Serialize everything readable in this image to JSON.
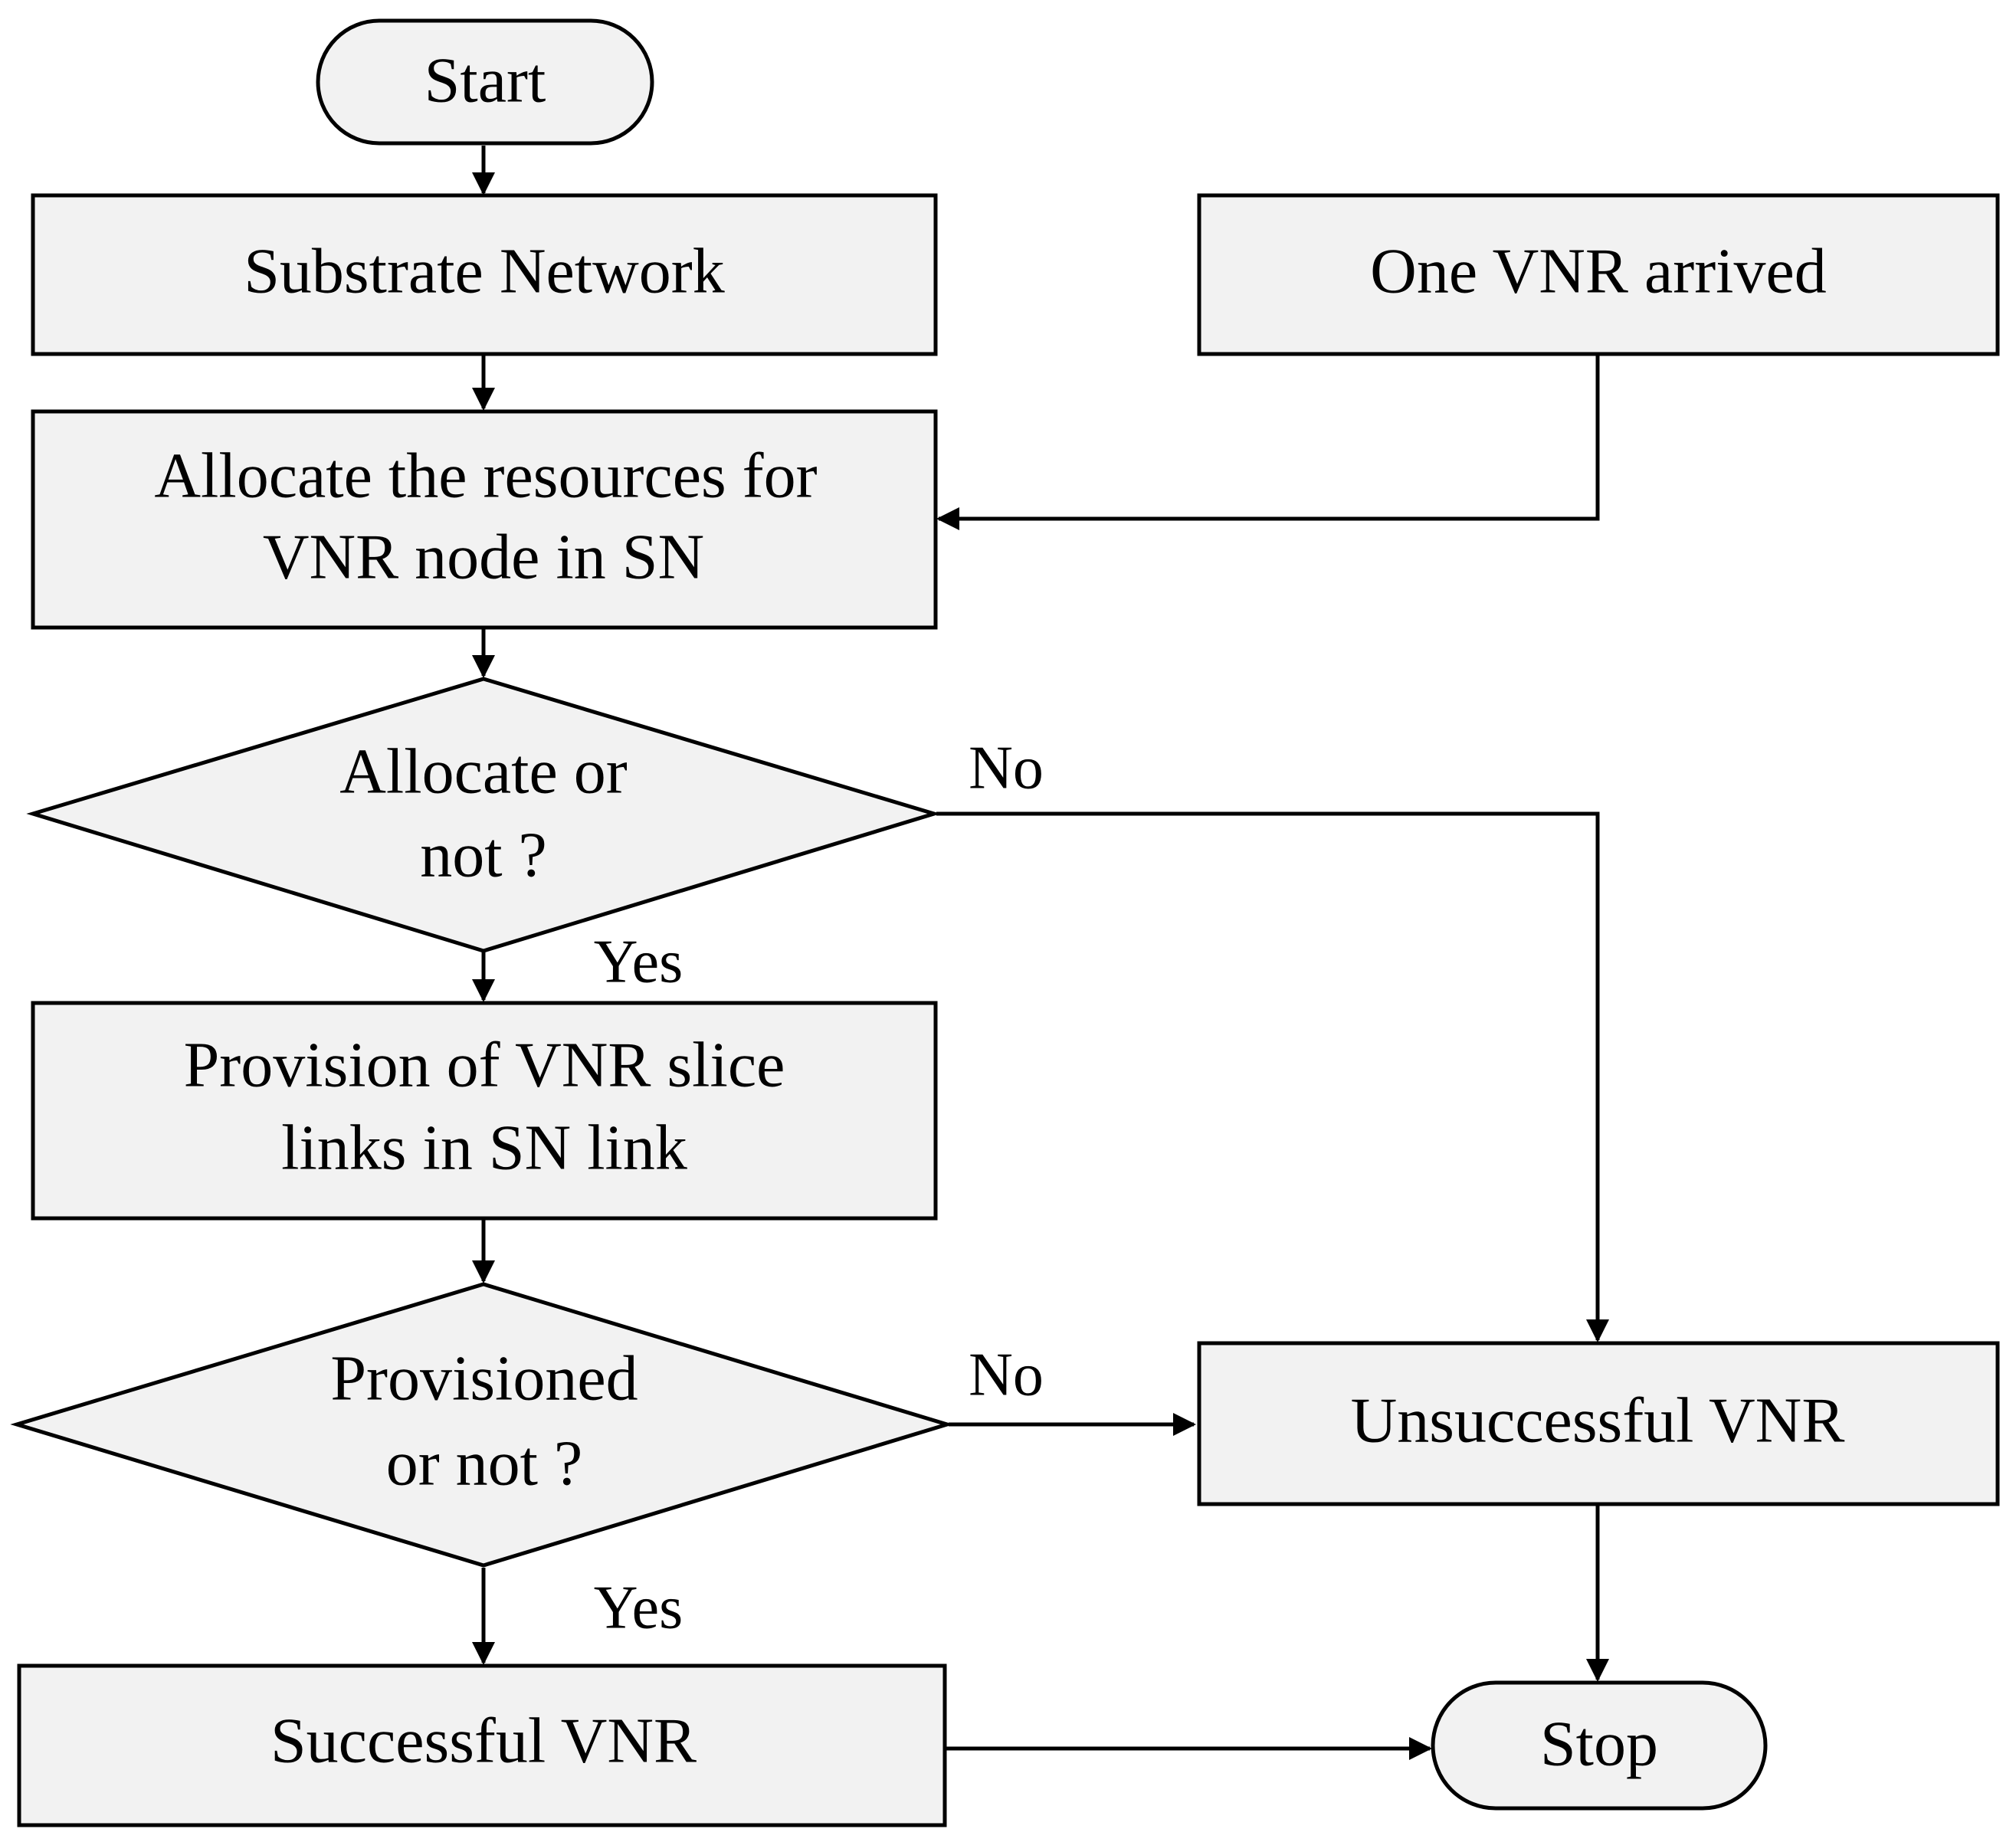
{
  "nodes": {
    "start": "Start",
    "substrate_network": "Substrate Network",
    "vnr_arrived": "One VNR arrived",
    "allocate_resources": {
      "line1": "Allocate the resources for",
      "line2": "VNR node in SN"
    },
    "allocate_decision": {
      "line1": "Allocate or",
      "line2": "not ?"
    },
    "provision_links": {
      "line1": "Provision of VNR slice",
      "line2": "links in SN link"
    },
    "provisioned_decision": {
      "line1": "Provisioned",
      "line2": "or not ?"
    },
    "unsuccessful_vnr": "Unsuccessful VNR",
    "successful_vnr": "Successful VNR",
    "stop": "Stop"
  },
  "edge_labels": {
    "allocate_no": "No",
    "allocate_yes": "Yes",
    "provisioned_no": "No",
    "provisioned_yes": "Yes"
  }
}
